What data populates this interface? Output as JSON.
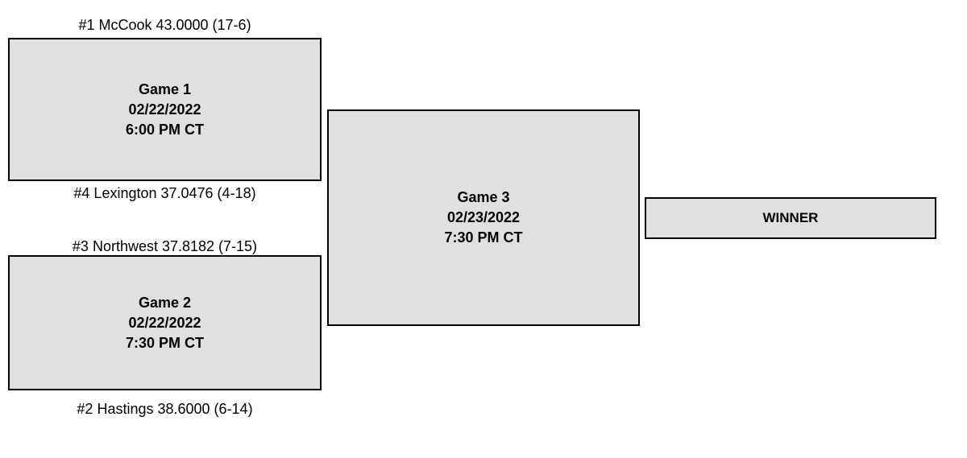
{
  "bracket": {
    "games": [
      {
        "id": "game-1",
        "top_label": "#1 McCook 43.0000 (17-6)",
        "bottom_label": "#4 Lexington 37.0476 (4-18)",
        "title": "Game 1",
        "date": "02/22/2022",
        "time": "6:00 PM CT"
      },
      {
        "id": "game-2",
        "top_label": "#3 Northwest 37.8182 (7-15)",
        "bottom_label": "#2 Hastings 38.6000 (6-14)",
        "title": "Game 2",
        "date": "02/22/2022",
        "time": "7:30 PM CT"
      },
      {
        "id": "game-3",
        "title": "Game 3",
        "date": "02/23/2022",
        "time": "7:30 PM CT"
      }
    ],
    "winner_label": "WINNER",
    "colors": {
      "box_fill": "#e0e0e0",
      "box_border": "#000000",
      "background": "#ffffff",
      "text": "#000000"
    }
  }
}
